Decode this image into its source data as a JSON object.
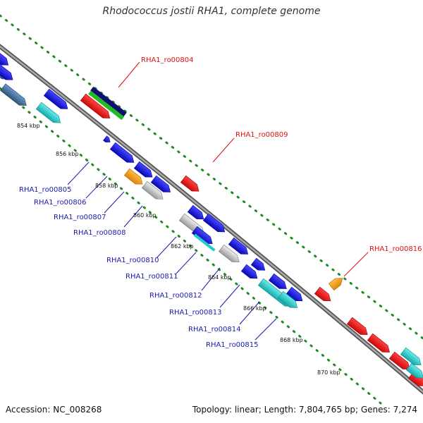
{
  "title": "Rhodococcus jostii RHA1, complete genome",
  "accession": "Accession: NC_008268",
  "topology": "Topology: linear; Length: 7,804,765 bp; Genes: 7,274",
  "ticks": [
    "854 kbp",
    "856 kbp",
    "858 kbp",
    "860 kbp",
    "862 kbp",
    "864 kbp",
    "866 kbp",
    "868 kbp",
    "870 kbp"
  ],
  "gene_labels": {
    "ro00804": "RHA1_ro00804",
    "ro00805": "RHA1_ro00805",
    "ro00806": "RHA1_ro00806",
    "ro00807": "RHA1_ro00807",
    "ro00808": "RHA1_ro00808",
    "ro00809": "RHA1_ro00809",
    "ro00810": "RHA1_ro00810",
    "ro00811": "RHA1_ro00811",
    "ro00812": "RHA1_ro00812",
    "ro00813": "RHA1_ro00813",
    "ro00814": "RHA1_ro00814",
    "ro00815": "RHA1_ro00815",
    "ro00816": "RHA1_ro00816"
  },
  "colors": {
    "blue": "#1010e0",
    "cyan": "#22cccc",
    "red": "#ee1111",
    "orange": "#ee9911",
    "gray": "#bbbbbb",
    "navy": "#101070",
    "green": "#22bb22",
    "axis": "#888888",
    "dots": "#228822",
    "label_blue": "#1a1aaa",
    "label_red": "#dd1111"
  }
}
